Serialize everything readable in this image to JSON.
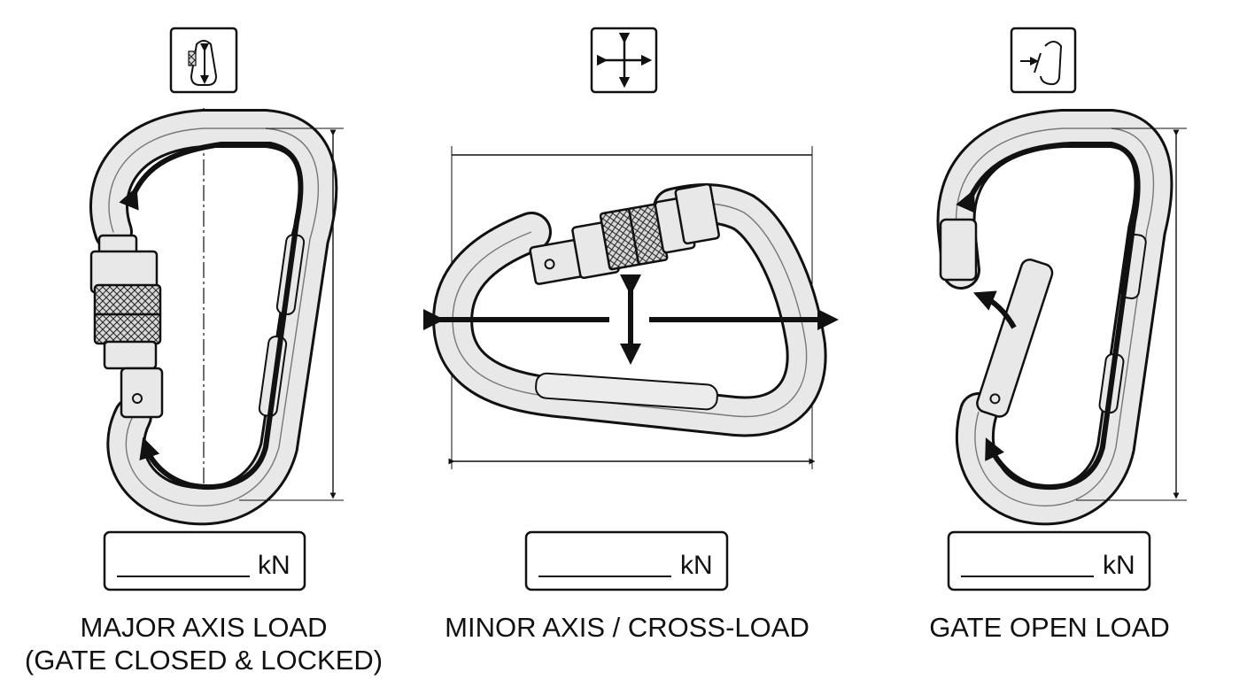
{
  "panels": [
    {
      "id": "major-axis",
      "icon": "carabiner-arrow-icon",
      "value_blank": "",
      "unit": "kN",
      "caption_line1": "MAJOR AXIS LOAD",
      "caption_line2": "(GATE CLOSED & LOCKED)"
    },
    {
      "id": "minor-axis",
      "icon": "four-way-arrows-icon",
      "value_blank": "",
      "unit": "kN",
      "caption_line1": "MINOR AXIS / CROSS-LOAD"
    },
    {
      "id": "gate-open",
      "icon": "open-gate-carabiner-icon",
      "value_blank": "",
      "unit": "kN",
      "caption_line1": "GATE OPEN LOAD"
    }
  ],
  "colors": {
    "ink": "#111111",
    "metal": "#e8e8e8",
    "metal_inner": "#f4f4f4"
  }
}
